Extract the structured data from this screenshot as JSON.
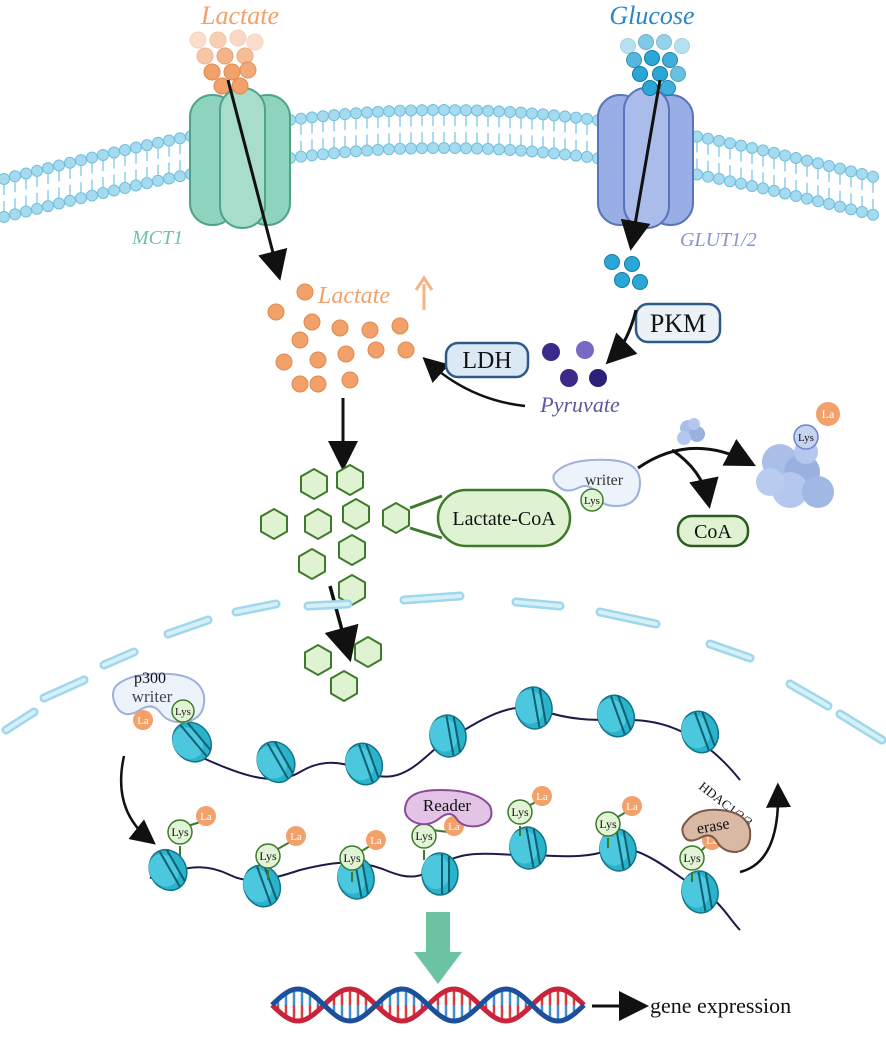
{
  "labels": {
    "lactate_top": "Lactate",
    "glucose_top": "Glucose",
    "mct1": "MCT1",
    "glut": "GLUT1/2",
    "lactate_mid": "Lactate",
    "pkm": "PKM",
    "ldh": "LDH",
    "pyruvate": "Pyruvate",
    "lactate_coa": "Lactate-CoA",
    "writer_cyto": "writer",
    "lys": "Lys",
    "la": "La",
    "coa": "CoA",
    "p300": "p300",
    "writer_nuc": "writer",
    "reader": "Reader",
    "hdac": "HDAC1/2/3",
    "erase": "erase",
    "gene_expression": "gene expression"
  },
  "colors": {
    "lactate": "#f2a16b",
    "glucose": "#2aa7d6",
    "pyruvate": "#3b2a8a",
    "mct1": "#7fcdb4",
    "glut": "#8fa6df",
    "membrane": "#9fd7ec",
    "hexagon": "#dff3d3",
    "hexagon_stroke": "#3e7a2b",
    "nucleosome": "#2bb3cc",
    "arrow_down": "#6cc3a2"
  }
}
